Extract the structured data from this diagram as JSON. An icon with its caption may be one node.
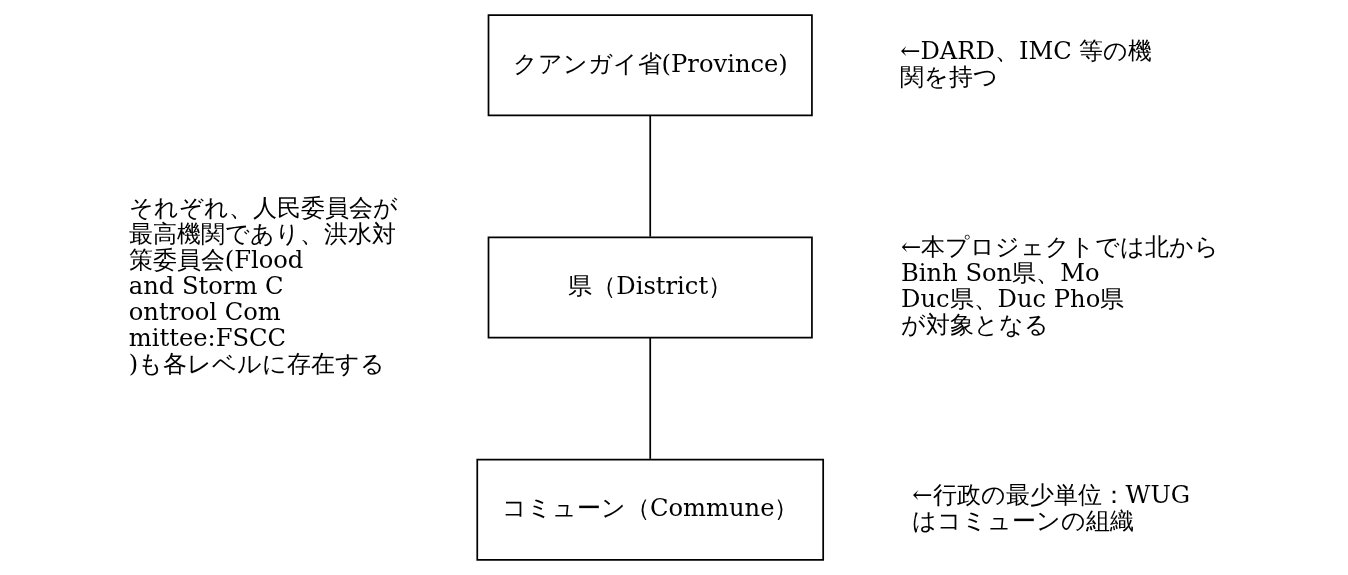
{
  "diagram": {
    "nodes": [
      {
        "text": [
          "クアンガイ省(Province)"
        ],
        "beside": [
          "←DARD、IMC 等の機関を持つ"
        ]
      },
      {
        "text": [
          "県（District）"
        ],
        "beside": [
          "←本プロジェクトでは北からBinh Son県、Mo Duc県、Duc Pho県が対象となる"
        ]
      },
      {
        "text": [
          "コミューン（Commune）"
        ],
        "beside": [
          "←行政の最少単位：WUG はコミューンの組織"
        ]
      }
    ],
    "edges": [
      {
        "from": 0,
        "to": 1,
        "arrow": "none"
      },
      {
        "from": 1,
        "to": 2,
        "arrow": "none"
      }
    ],
    "labels": [
      "それぞれ、人民委員会が最高機関であり、洪水対策委員会(Flood and Storm Controol Committee:FSCC)も各レベルに存在する"
    ]
  }
}
